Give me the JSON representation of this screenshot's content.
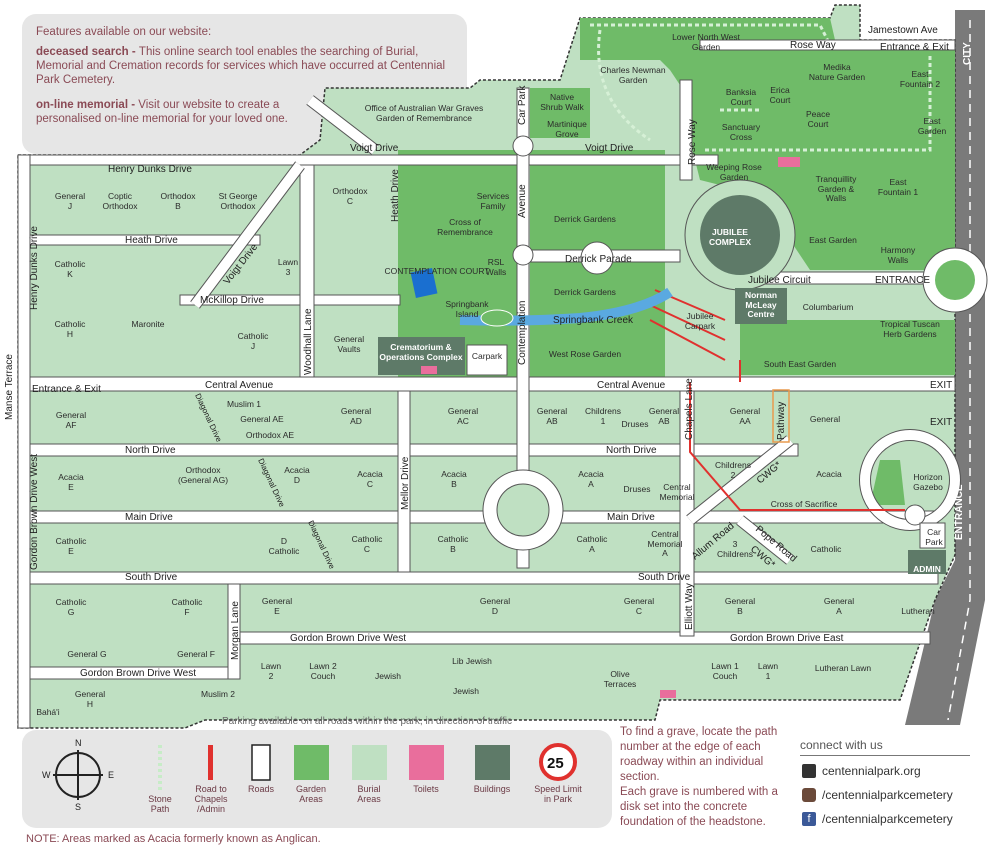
{
  "info": {
    "heading": "Features available on our website:",
    "deceased_title": "deceased search - ",
    "deceased_text": "This online search tool enables the searching of Burial, Memorial and Cremation records for services which have occurred at Centennial Park Cemetery.",
    "memorial_title": "on-line memorial - ",
    "memorial_text": "Visit our website to create a personalised on-line memorial for your loved one."
  },
  "roads": {
    "voigt_drive": "Voigt Drive",
    "henry_dunks_drive": "Henry Dunks Drive",
    "heath_drive": "Heath Drive",
    "mckillop_drive": "McKillop Drive",
    "voigt_drive_2": "Voigt Drive",
    "heath_drive_v": "Heath Drive",
    "car_park_road": "Car Park",
    "avenue": "Avenue",
    "contemplation": "Contemplation",
    "derrick_parade": "Derrick Parade",
    "central_avenue": "Central Avenue",
    "central_avenue_2": "Central Avenue",
    "north_drive": "North Drive",
    "north_drive_2": "North Drive",
    "main_drive": "Main Drive",
    "main_drive_2": "Main Drive",
    "south_drive": "South Drive",
    "south_drive_2": "South Drive",
    "gordon_brown_west": "Gordon Brown Drive West",
    "gordon_brown_west_2": "Gordon Brown Drive West",
    "gordon_brown_east": "Gordon Brown Drive East",
    "gordon_brown_drive_west_v": "Gordon Brown Drive West",
    "manse_terrace": "Manse Terrace",
    "henry_dunks_drive_v": "Henry Dunks Drive",
    "woodhall_lane": "Woodhall Lane",
    "mellor_drive": "Mellor Drive",
    "morgan_lane": "Morgan Lane",
    "chapels_lane": "Chapels Lane",
    "elliott_way": "Elliott Way",
    "allum_road": "Allum Road",
    "pope_road": "Pope Road",
    "rose_way": "Rose Way",
    "rose_way_v": "Rose Way",
    "jamestown_ave": "Jamestown Ave",
    "city": "CITY",
    "entrance_v": "ENTRANCE",
    "entrance_right": "ENTRANCE",
    "entrance_exit_top": "Entrance & Exit",
    "entrance_exit_left": "Entrance & Exit",
    "exit_1": "EXIT",
    "exit_2": "EXIT",
    "jubilee_circuit": "Jubilee Circuit",
    "springbank_creek": "Springbank Creek",
    "diagonal_drive_1": "Diagonal Drive",
    "diagonal_drive_2": "Diagonal Drive",
    "diagonal_drive_3": "Diagonal Drive",
    "pathway": "Pathway",
    "cwg_1": "CWG*",
    "cwg_2": "CWG*"
  },
  "areas": {
    "general_j": "General\nJ",
    "coptic": "Coptic\nOrthodox",
    "orthodox_b": "Orthodox\nB",
    "st_george": "St George\nOrthodox",
    "orthodox_c": "Orthodox\nC",
    "catholic_k": "Catholic\nK",
    "lawn_3": "Lawn\n3",
    "catholic_h": "Catholic\nH",
    "maronite": "Maronite",
    "catholic_j": "Catholic\nJ",
    "general_vaults": "General\nVaults",
    "war_graves": "Office of Australian War Graves\nGarden of Remembrance",
    "native_shrub": "Native\nShrub Walk",
    "martinique": "Martinique\nGrove",
    "services_family": "Services\nFamily",
    "cross_remembrance": "Cross of\nRemembrance",
    "rsl_walls": "RSL\nWalls",
    "contemplation_court": "CONTEMPLATION COURT",
    "springbank_island": "Springbank\nIsland",
    "derrick_gardens": "Derrick Gardens",
    "derrick_gardens_2": "Derrick Gardens",
    "west_rose": "West Rose Garden",
    "crematorium": "Crematorium &\nOperations Complex",
    "carpark_1": "Carpark",
    "carpark_2": "Carpark",
    "jubilee_carpark": "Jubilee\nCarpark",
    "jubilee_complex": "JUBILEE\nCOMPLEX",
    "norman": "Norman\nMcLeay\nCentre",
    "columbarium": "Columbarium",
    "south_east": "South East Garden",
    "tropical": "Tropical Tuscan\nHerb Gardens",
    "lower_nw": "Lower North West\nGarden",
    "charles_newman": "Charles Newman\nGarden",
    "banksia": "Banksia\nCourt",
    "erica": "Erica\nCourt",
    "medika": "Medika\nNature Garden",
    "east_fountain_2": "East\nFountain 2",
    "peace": "Peace\nCourt",
    "sanctuary": "Sanctuary\nCross",
    "east_garden": "East\nGarden",
    "weeping_rose": "Weeping Rose\nGarden",
    "tranquillity": "Tranquillity\nGarden &\nWalls",
    "east_fountain_1": "East\nFountain 1",
    "east_garden_2": "East Garden",
    "harmony": "Harmony\nWalls",
    "general_af": "General\nAF",
    "muslim_1": "Muslim 1",
    "general_ae": "General AE",
    "orthodox_ae": "Orthodox AE",
    "general_ad": "General\nAD",
    "general_ac": "General\nAC",
    "general_ab_1": "General\nAB",
    "childrens_1": "Childrens\n1",
    "druses": "Druses",
    "general_ab_2": "General\nAB",
    "general_aa": "General\nAA",
    "general": "General",
    "acacia_e": "Acacia\nE",
    "orthodox_ag": "Orthodox\n(General AG)",
    "acacia_d": "Acacia\nD",
    "acacia_c": "Acacia\nC",
    "acacia_b": "Acacia\nB",
    "acacia_a": "Acacia\nA",
    "druses_2": "Druses",
    "central_memorial": "Central\nMemorial",
    "childrens_2": "Childrens\n2",
    "acacia": "Acacia",
    "horizon": "Horizon\nGazebo",
    "cross_sacrifice": "Cross of Sacrifice",
    "catholic_e": "Catholic\nE",
    "d_catholic": "D\nCatholic",
    "catholic_c": "Catholic\nC",
    "catholic_b": "Catholic\nB",
    "catholic_a": "Catholic\nA",
    "central_memorial_a": "Central\nMemorial\nA",
    "childrens_3": "3\nChildrens",
    "catholic": "Catholic",
    "car_park_small": "Car\nPark",
    "admin": "ADMIN",
    "catholic_g": "Catholic\nG",
    "catholic_f": "Catholic\nF",
    "general_g": "General G",
    "general_f": "General F",
    "general_e": "General\nE",
    "general_d": "General\nD",
    "general_c": "General\nC",
    "general_b": "General\nB",
    "general_a": "General\nA",
    "lutheran": "Lutheran",
    "lawn_2": "Lawn\n2",
    "lawn_2_couch": "Lawn 2\nCouch",
    "jewish": "Jewish",
    "lib_jewish": "Lib Jewish",
    "jewish_2": "Jewish",
    "olive": "Olive\nTerraces",
    "lawn_1_couch": "Lawn 1\nCouch",
    "lawn_1": "Lawn\n1",
    "lutheran_lawn": "Lutheran Lawn",
    "general_h": "General\nH",
    "muslim_2": "Muslim  2",
    "bahai": "Bahá'i"
  },
  "legend": {
    "parking_note": "Parking available on all roads within the park, in direction of traffic",
    "compass_n": "N",
    "compass_s": "S",
    "compass_e": "E",
    "compass_w": "W",
    "stone_path": "Stone\nPath",
    "road_chapels": "Road to\nChapels\n/Admin",
    "roads": "Roads",
    "garden_areas": "Garden\nAreas",
    "burial_areas": "Burial\nAreas",
    "toilets": "Toilets",
    "buildings": "Buildings",
    "speed_value": "25",
    "speed_limit": "Speed Limit\nin Park"
  },
  "find_grave": "To find a grave, locate the path number at the edge of each roadway within an individual section.\nEach grave is numbered with a disk set into the concrete foundation of the headstone.",
  "connect": {
    "heading": "connect with us",
    "web": "centennialpark.org",
    "instagram": "/centennialparkcemetery",
    "facebook": "/centennialparkcemetery"
  },
  "note": "NOTE: Areas marked as Acacia formerly known as Anglican.",
  "colors": {
    "burial": "#bfe0c2",
    "garden": "#6fbb68",
    "building": "#5e7a68",
    "toilet": "#e96e9c",
    "road_red": "#e0312e",
    "info_text": "#8a4a55",
    "highway": "#7a7a7a"
  }
}
